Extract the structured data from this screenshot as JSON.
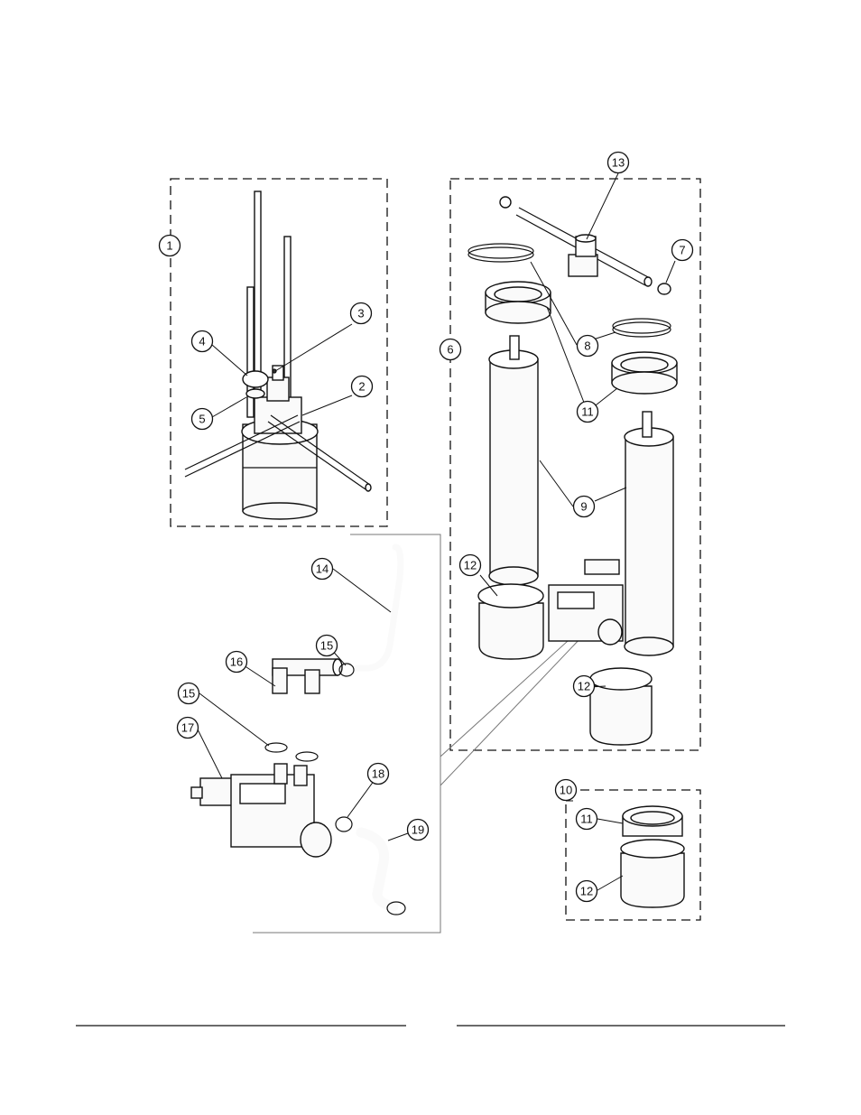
{
  "diagram": {
    "callouts": [
      {
        "id": "c1",
        "label": "1"
      },
      {
        "id": "c2",
        "label": "2"
      },
      {
        "id": "c3",
        "label": "3"
      },
      {
        "id": "c4",
        "label": "4"
      },
      {
        "id": "c5",
        "label": "5"
      },
      {
        "id": "c6",
        "label": "6"
      },
      {
        "id": "c7",
        "label": "7"
      },
      {
        "id": "c8",
        "label": "8"
      },
      {
        "id": "c9",
        "label": "9"
      },
      {
        "id": "c10",
        "label": "10"
      },
      {
        "id": "c11a",
        "label": "11"
      },
      {
        "id": "c11b",
        "label": "11"
      },
      {
        "id": "c12a",
        "label": "12"
      },
      {
        "id": "c12b",
        "label": "12"
      },
      {
        "id": "c12c",
        "label": "12"
      },
      {
        "id": "c13",
        "label": "13"
      },
      {
        "id": "c14",
        "label": "14"
      },
      {
        "id": "c15a",
        "label": "15"
      },
      {
        "id": "c15b",
        "label": "15"
      },
      {
        "id": "c16",
        "label": "16"
      },
      {
        "id": "c17",
        "label": "17"
      },
      {
        "id": "c18",
        "label": "18"
      },
      {
        "id": "c19",
        "label": "19"
      }
    ]
  }
}
